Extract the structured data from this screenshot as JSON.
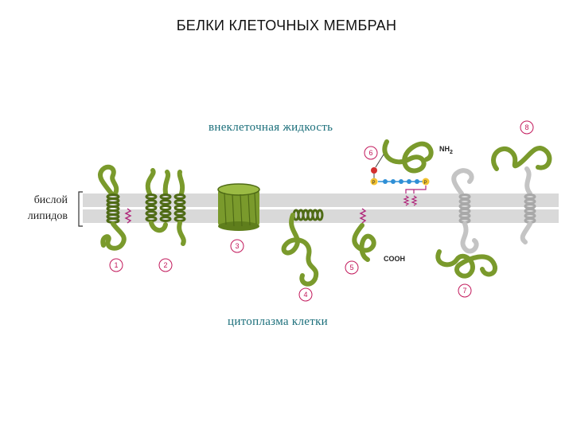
{
  "title": "БЕЛКИ КЛЕТОЧНЫХ МЕМБРАН",
  "labels": {
    "extracellular": "внеклеточная жидкость",
    "cytoplasm": "цитоплазма клетки",
    "bilayer_line1": "бислой",
    "bilayer_line2": "липидов",
    "nh2": "NH",
    "nh2_sub": "2",
    "cooh": "COOH",
    "p_left": "P",
    "p_right": "P"
  },
  "proteins": [
    {
      "number": "1"
    },
    {
      "number": "2"
    },
    {
      "number": "3"
    },
    {
      "number": "4"
    },
    {
      "number": "5"
    },
    {
      "number": "6"
    },
    {
      "number": "7"
    },
    {
      "number": "8"
    }
  ],
  "colors": {
    "protein_green": "#7a9a2c",
    "protein_dark": "#4f6b16",
    "protein_grey": "#c4c4c4",
    "membrane": "#d9d9d9",
    "badge": "#c2185b",
    "label_teal": "#1a6e7a",
    "chain_blue": "#2f8fd6",
    "phosphate_yellow": "#f2c230",
    "anchor_red": "#d32f2f"
  }
}
